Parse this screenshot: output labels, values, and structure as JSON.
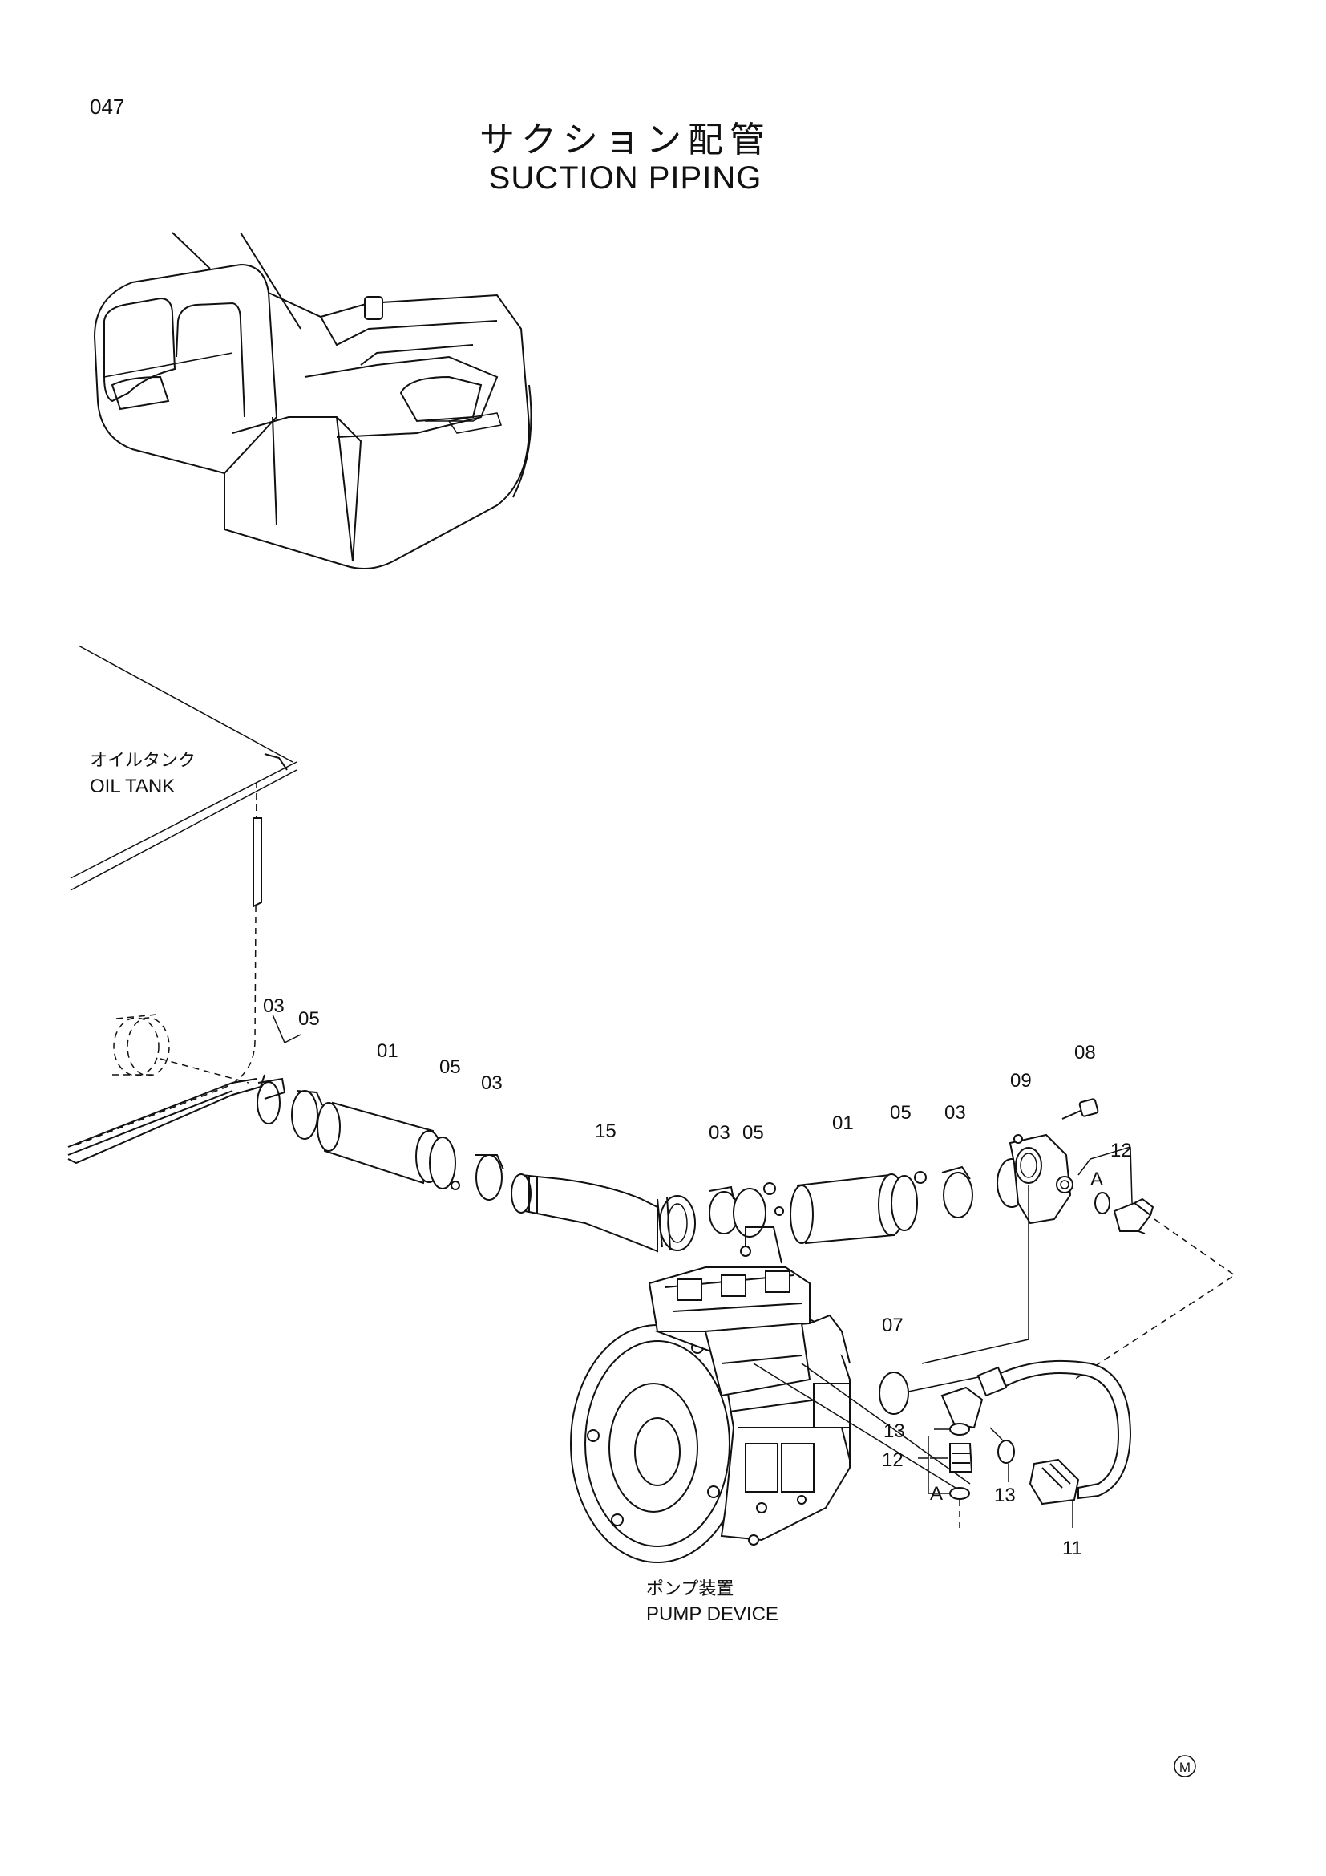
{
  "header": {
    "page_number": "047",
    "title_jp": "サクション配管",
    "title_en": "SUCTION PIPING"
  },
  "labels": {
    "oil_tank_jp": "オイルタンク",
    "oil_tank_en": "OIL TANK",
    "pump_device_jp": "ポンプ装置",
    "pump_device_en": "PUMP DEVICE",
    "detail_a": "A",
    "detail_a_lower": "A",
    "mark": "M"
  },
  "parts": {
    "p03_a": "03",
    "p05_a": "05",
    "p01_a": "01",
    "p05_b": "05",
    "p03_b": "03",
    "p15": "15",
    "p03_c": "03",
    "p05_c": "05",
    "p01_b": "01",
    "p05_d": "05",
    "p03_d": "03",
    "p09": "09",
    "p08": "08",
    "p12_a": "12",
    "p07": "07",
    "p13_a": "13",
    "p12_b": "12",
    "p13_b": "13",
    "p11": "11"
  }
}
